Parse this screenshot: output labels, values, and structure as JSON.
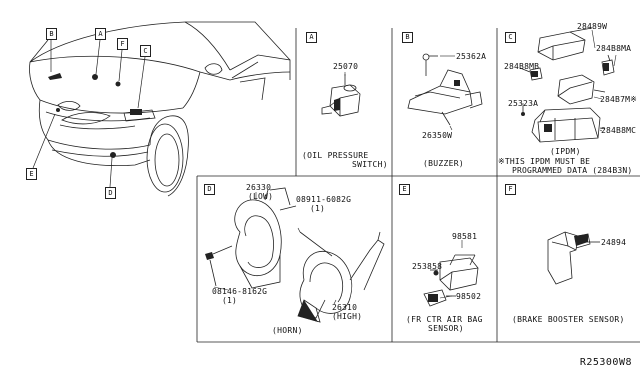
{
  "sections": {
    "A": {
      "letter": "A",
      "part": "25070",
      "caption": [
        "(OIL PRESSURE",
        "SWITCH)"
      ]
    },
    "B": {
      "letter": "B",
      "parts": [
        "25362A",
        "26350W"
      ],
      "caption": "(BUZZER)"
    },
    "C": {
      "letter": "C",
      "parts": [
        "28489W",
        "284B8MA",
        "284B8MB",
        "284B7M※",
        "25323A",
        "284B8MC",
        "(IPDM)"
      ],
      "note": [
        "※THIS IPDM MUST BE",
        "PROGRAMMED DATA (284B3N)"
      ]
    },
    "D": {
      "letter": "D",
      "parts": [
        "26330",
        "(LOW)",
        "08911-6082G",
        "(1)",
        "08146-8162G",
        "(1)",
        "26310",
        "(HIGH)"
      ],
      "caption": "(HORN)"
    },
    "E": {
      "letter": "E",
      "parts": [
        "98581",
        "253858",
        "98502"
      ],
      "caption": [
        "(FR CTR AIR BAG",
        "SENSOR)"
      ]
    },
    "F": {
      "letter": "F",
      "part": "24894",
      "caption": "(BRAKE BOOSTER SENSOR)"
    }
  },
  "vehicle_callouts": [
    "B",
    "A",
    "F",
    "C",
    "E",
    "D"
  ],
  "diagram_ref": "R25300W8"
}
